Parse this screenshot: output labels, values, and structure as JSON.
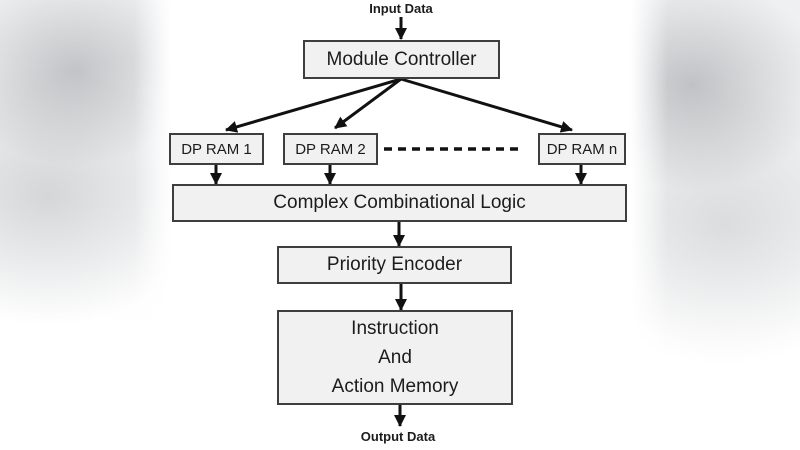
{
  "diagram": {
    "input_label": "Input Data",
    "output_label": "Output Data",
    "nodes": {
      "module_controller": "Module Controller",
      "dp_ram_1": "DP RAM 1",
      "dp_ram_2": "DP RAM 2",
      "dp_ram_n": "DP RAM n",
      "combinational_logic": "Complex Combinational Logic",
      "priority_encoder": "Priority Encoder",
      "instruction_memory": [
        "Instruction",
        "And",
        "Action Memory"
      ]
    }
  },
  "colors": {
    "background": "#ffffff",
    "box_fill": "#f1f1f1",
    "box_border": "#3e3e3e",
    "arrow": "#111111",
    "text": "#1c1c1c"
  }
}
